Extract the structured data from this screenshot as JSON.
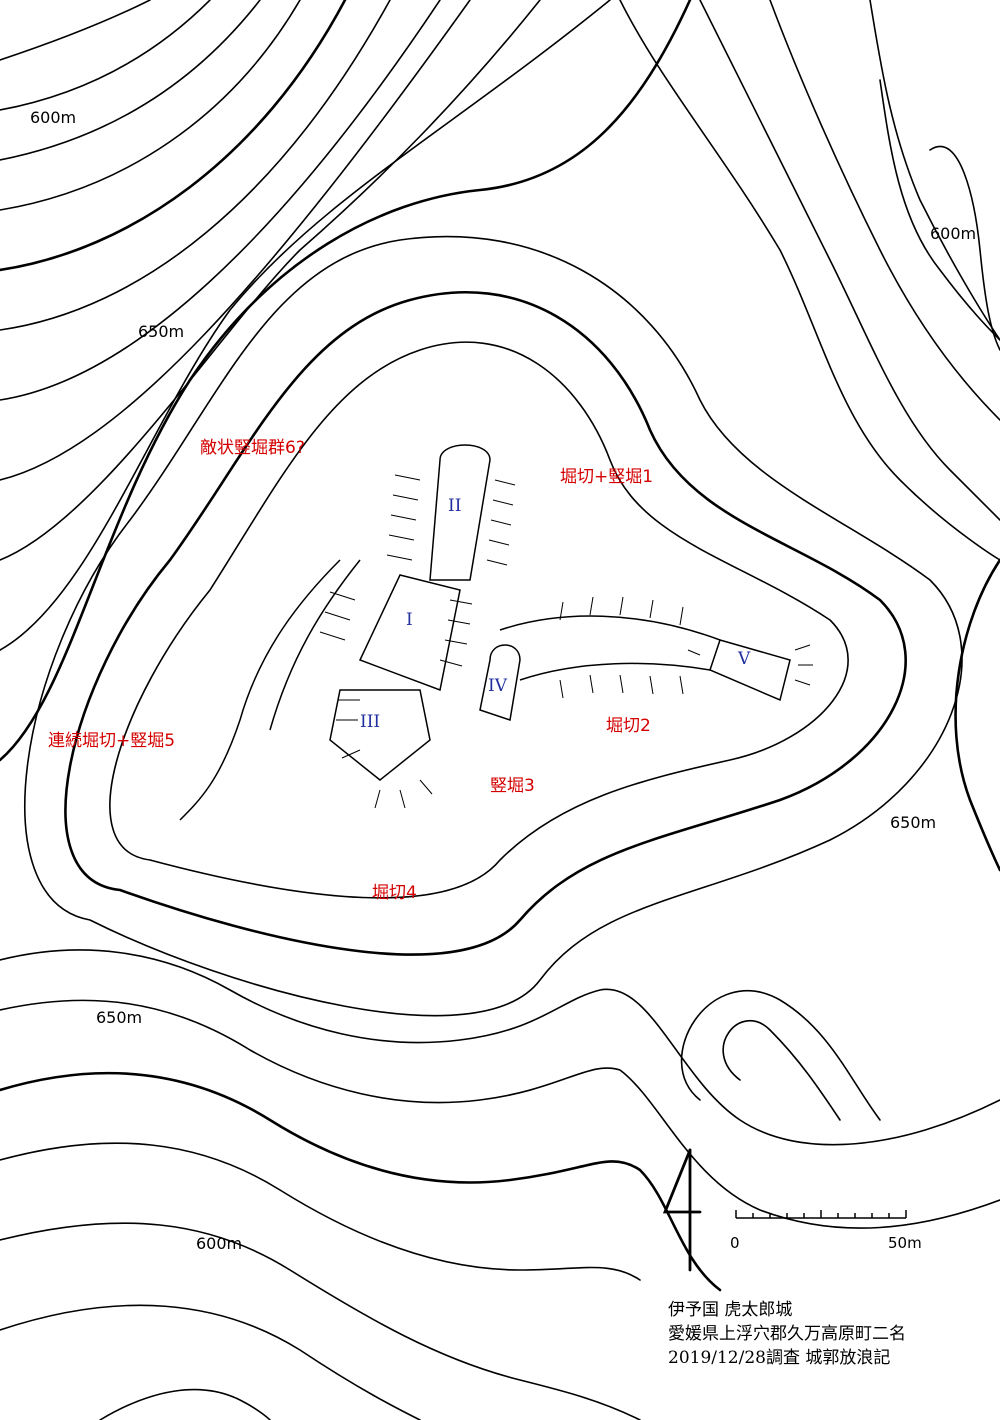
{
  "colors": {
    "contour": "#000000",
    "feature_label": "#d40000",
    "enclosure_label": "#1f2fa0",
    "background": "#ffffff"
  },
  "contour_labels": [
    "600m",
    "600m",
    "650m",
    "650m",
    "650m",
    "600m"
  ],
  "features": [
    "敵状竪堀群6?",
    "堀切+竪堀1",
    "連続堀切+竪堀5",
    "堀切2",
    "竪堀3",
    "堀切4"
  ],
  "enclosures": [
    "I",
    "II",
    "III",
    "IV",
    "V"
  ],
  "scale": {
    "zero": "0",
    "end": "50m"
  },
  "north_arrow_icon": "north-arrow-icon",
  "caption": {
    "line1": "伊予国 虎太郎城",
    "line2": "愛媛県上浮穴郡久万高原町二名",
    "line3": "2019/12/28調査 城郭放浪記"
  }
}
